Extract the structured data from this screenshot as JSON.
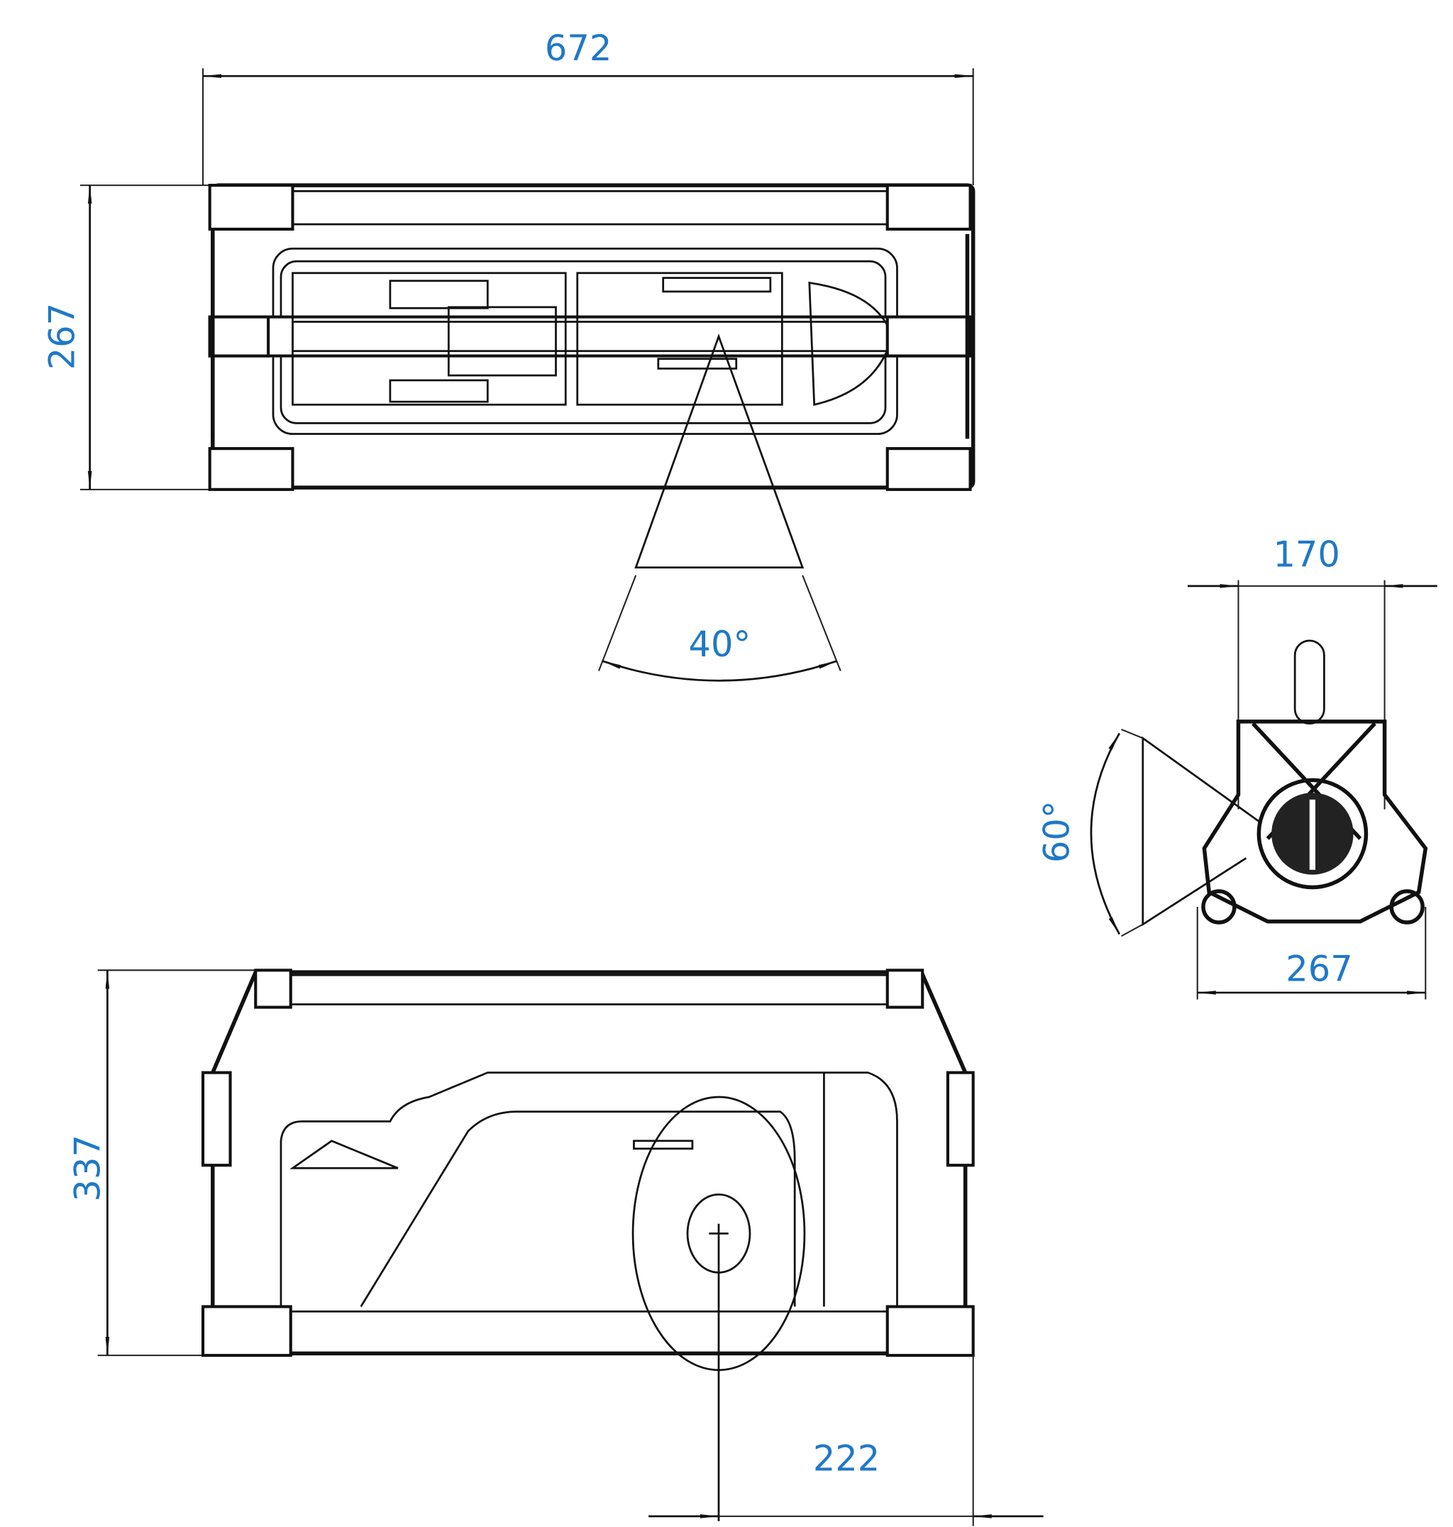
{
  "drawing": {
    "colors": {
      "dimension_text": "#1f78c8",
      "line": "#111111",
      "background": "#ffffff"
    },
    "top_view": {
      "length": "672",
      "width": "267",
      "beam_angle": "40°"
    },
    "end_view": {
      "top_width": "170",
      "bottom_width": "267",
      "beam_angle": "60°"
    },
    "side_view": {
      "height": "337",
      "offset": "222"
    }
  }
}
